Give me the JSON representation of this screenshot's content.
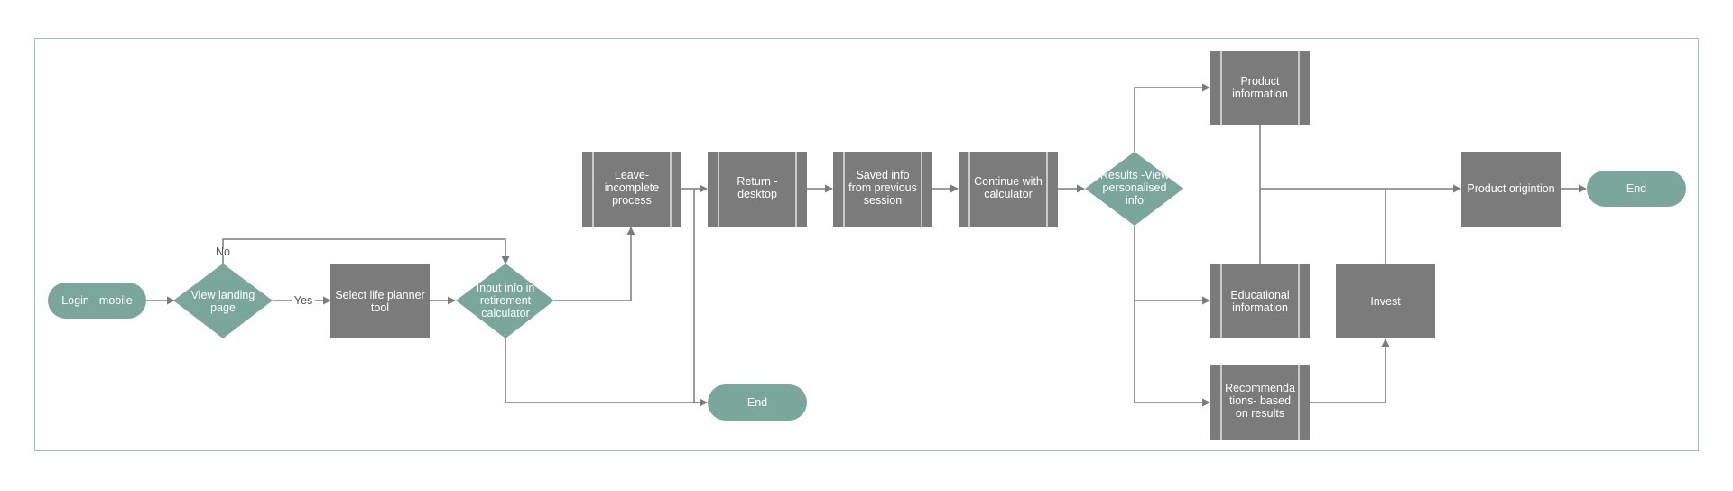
{
  "colors": {
    "process": "#7b7b7b",
    "decision": "#7ba69b",
    "terminal": "#7ba69b",
    "edge": "#7b7b7b",
    "frame": "#9dbfb6",
    "text": "#ffffff"
  },
  "nodes": {
    "login_mobile": {
      "label": "Login - mobile"
    },
    "view_landing": {
      "label": "View landing page"
    },
    "select_tool": {
      "label": "Select life planner tool"
    },
    "input_info": {
      "label": "Input info in retirement calculator"
    },
    "leave_incomplete": {
      "label": "Leave- incomplete process"
    },
    "return_desktop": {
      "label": "Return - desktop"
    },
    "saved_info": {
      "label": "Saved info from previous session"
    },
    "continue_calc": {
      "label": "Continue with calculator"
    },
    "results": {
      "label": "Results -View personalised info"
    },
    "product_info": {
      "label": "Product information"
    },
    "educational_info": {
      "label": "Educational information"
    },
    "recommendations": {
      "label": "Recommenda tions- based on results"
    },
    "invest": {
      "label": "Invest"
    },
    "product_origination": {
      "label": "Product origintion"
    },
    "end_main": {
      "label": "End"
    },
    "end_lower": {
      "label": "End"
    }
  },
  "edge_labels": {
    "no": "No",
    "yes": "Yes"
  }
}
